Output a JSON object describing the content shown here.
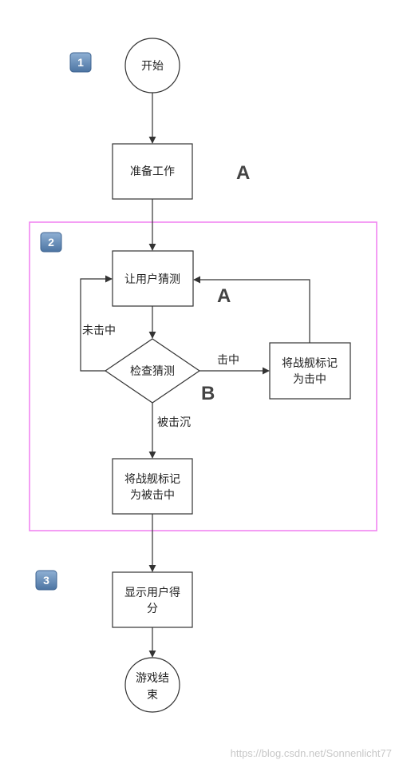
{
  "steps": {
    "s1": "1",
    "s2": "2",
    "s3": "3"
  },
  "nodes": {
    "start": "开始",
    "prepare": "准备工作",
    "guess": "让用户猜测",
    "check": "检查猜测",
    "mark_hit_1": "将战舰标记",
    "mark_hit_2": "为击中",
    "sunk_1": "将战舰标记",
    "sunk_2": "为被击中",
    "score_1": "显示用户得",
    "score_2": "分",
    "end_1": "游戏结",
    "end_2": "束"
  },
  "edges": {
    "miss": "未击中",
    "hit": "击中",
    "sunk": "被击沉"
  },
  "annotations": {
    "a1": "A",
    "a2": "A",
    "b": "B"
  },
  "watermark": "https://blog.csdn.net/Sonnenlicht77",
  "colors": {
    "stroke": "#333333",
    "loop_box": "#f07ef0",
    "badge": "#5b83ae"
  }
}
